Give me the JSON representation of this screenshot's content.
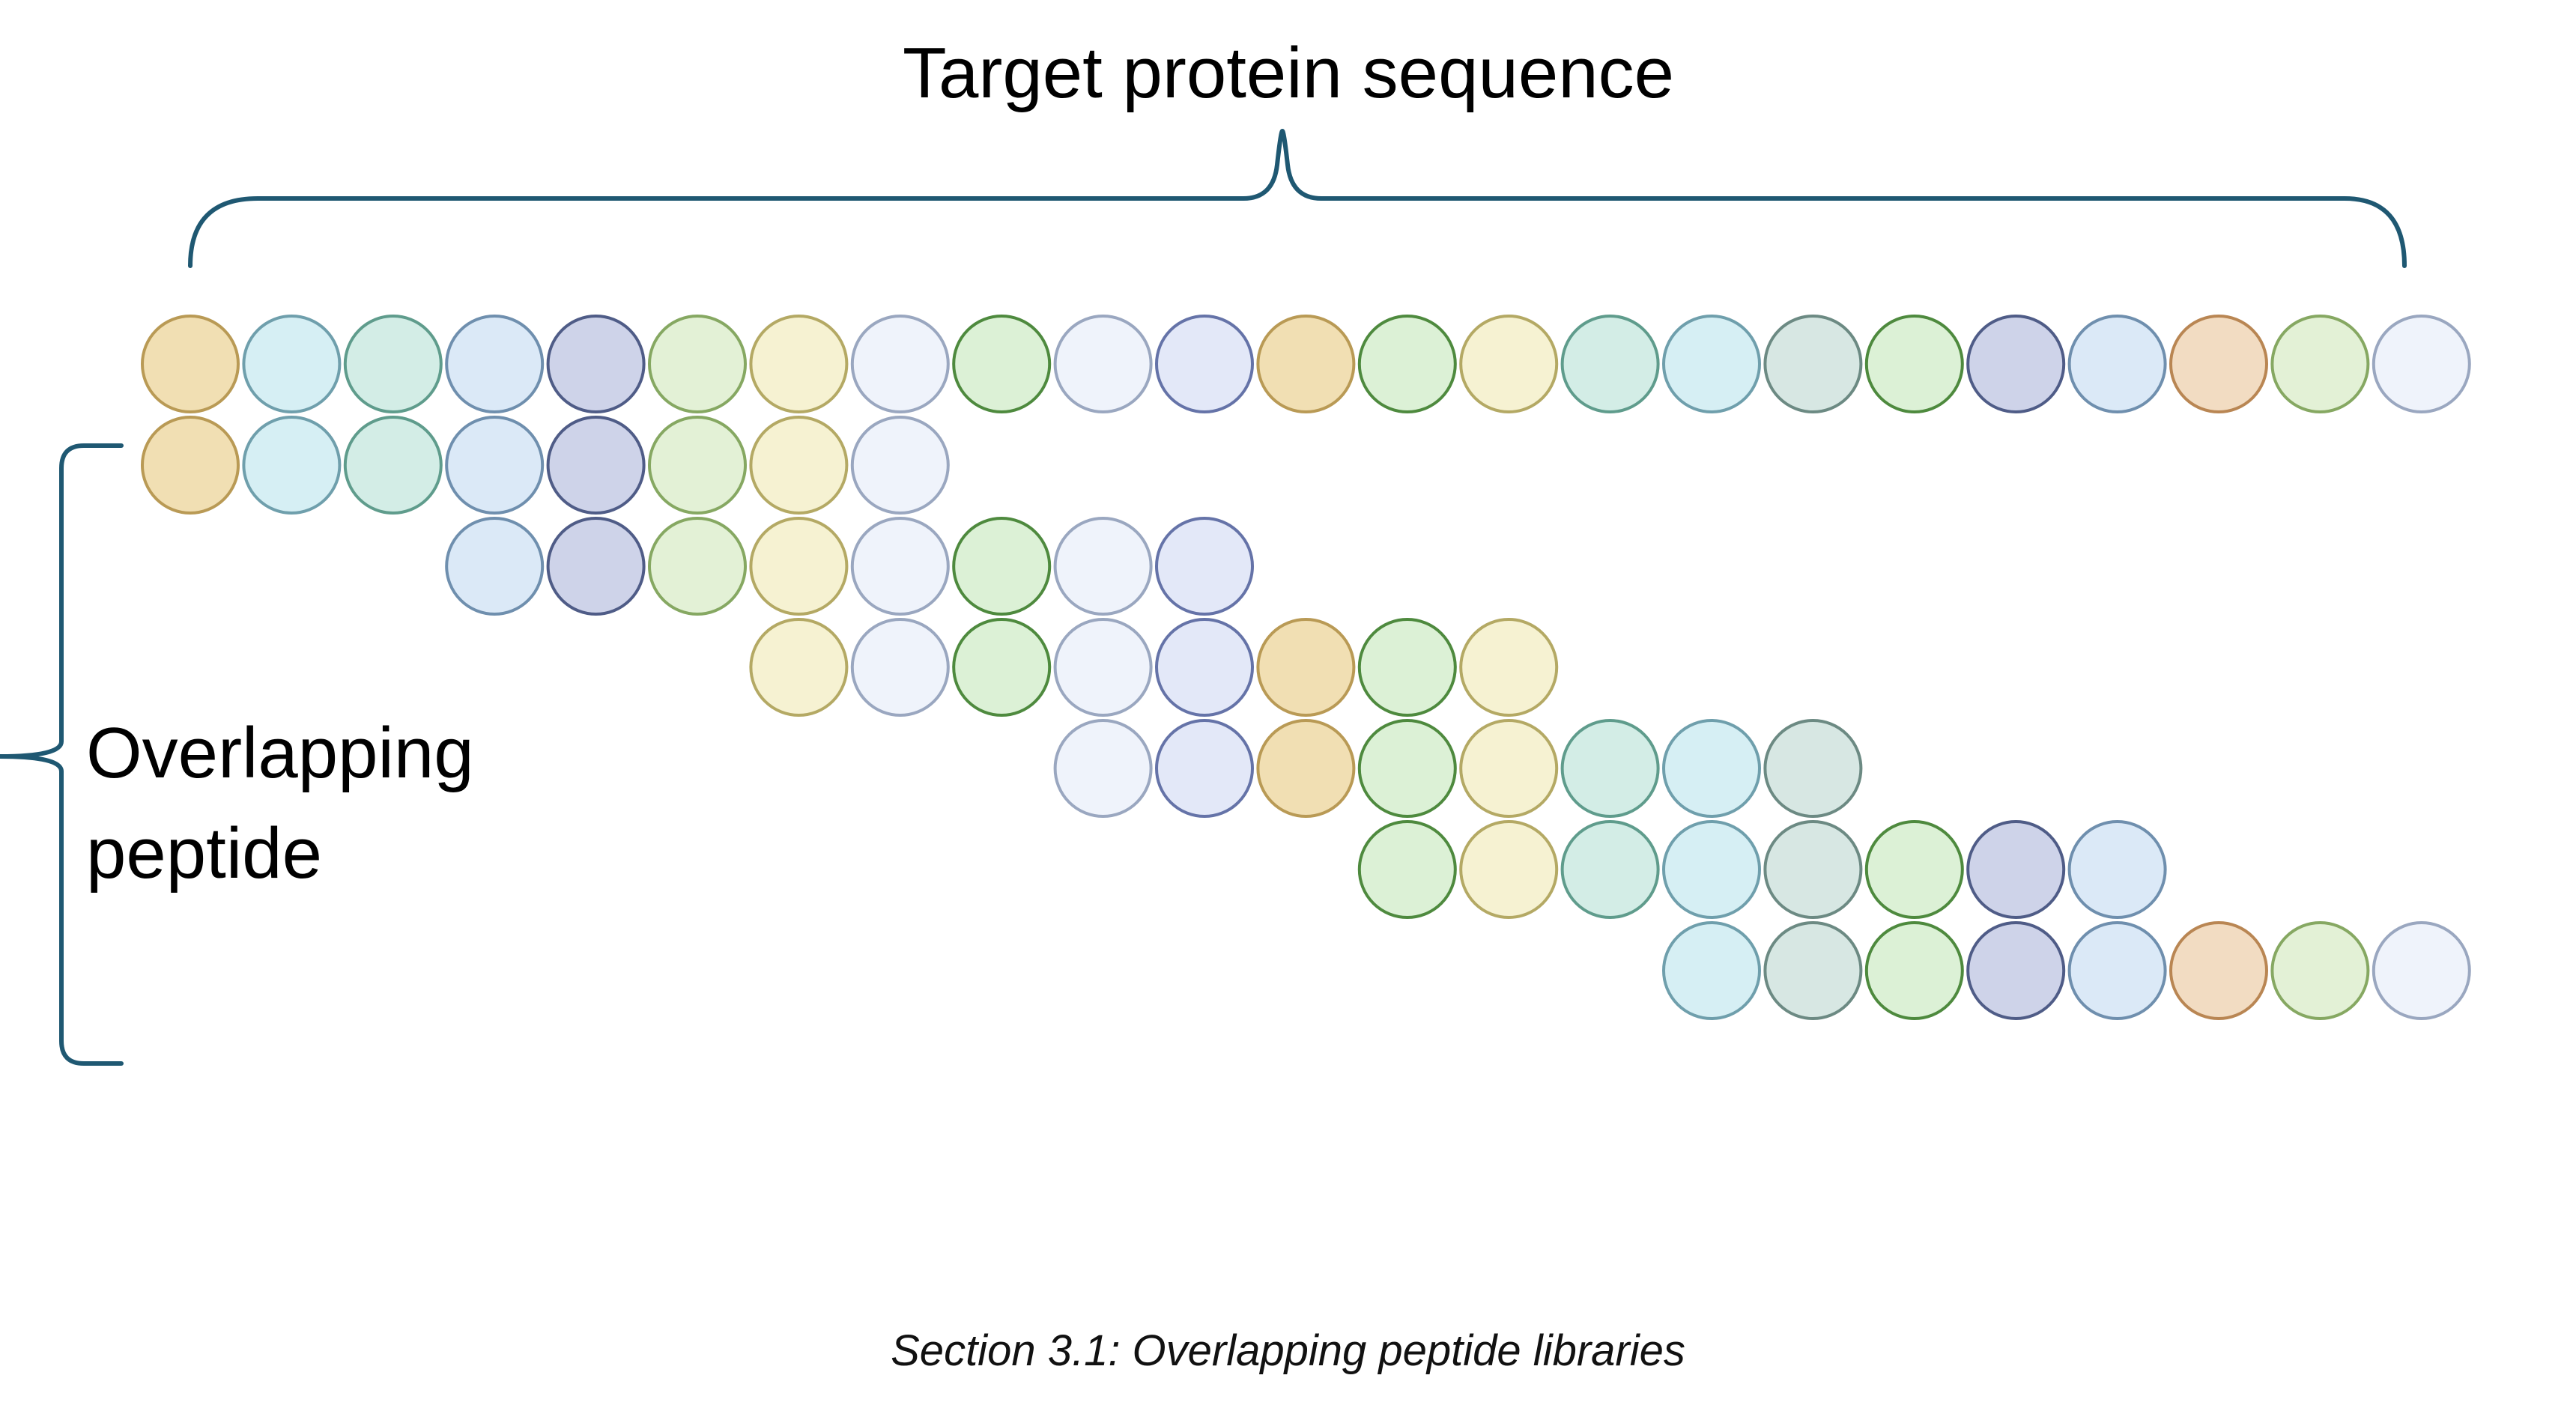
{
  "diagram": {
    "title": "Target protein sequence",
    "side_label_line1": "Overlapping",
    "side_label_line2": "peptide",
    "caption": "Section 3.1: Overlapping peptide libraries",
    "bracket_color": "#1f5872",
    "palette": {
      "tan": {
        "fill": "#f1dfb3",
        "stroke": "#b99a55"
      },
      "cyan": {
        "fill": "#d6eff4",
        "stroke": "#6f9fac"
      },
      "teal": {
        "fill": "#d3ede6",
        "stroke": "#5f9c8c"
      },
      "sky": {
        "fill": "#dbe9f7",
        "stroke": "#6f8fae"
      },
      "navy": {
        "fill": "#ced3e9",
        "stroke": "#4f5c87"
      },
      "lime": {
        "fill": "#e3f1d6",
        "stroke": "#86a862"
      },
      "cream": {
        "fill": "#f6f2d2",
        "stroke": "#b4a964"
      },
      "pale": {
        "fill": "#eff3fb",
        "stroke": "#9aa7c0"
      },
      "green": {
        "fill": "#dcf1d6",
        "stroke": "#4e8a3e"
      },
      "lav": {
        "fill": "#e3e8f8",
        "stroke": "#6573a8"
      },
      "sage": {
        "fill": "#d7e7e3",
        "stroke": "#6c8a83"
      },
      "peach": {
        "fill": "#f2dcc2",
        "stroke": "#b98653"
      }
    },
    "sequence": [
      "tan",
      "cyan",
      "teal",
      "sky",
      "navy",
      "lime",
      "cream",
      "pale",
      "green",
      "pale",
      "lav",
      "tan",
      "green",
      "cream",
      "teal",
      "cyan",
      "sage",
      "green",
      "navy",
      "sky",
      "peach",
      "lime",
      "pale"
    ],
    "peptides": [
      {
        "start": 0
      },
      {
        "start": 3
      },
      {
        "start": 6
      },
      {
        "start": 9
      },
      {
        "start": 12
      },
      {
        "start": 15
      }
    ],
    "peptide_length": 8
  }
}
